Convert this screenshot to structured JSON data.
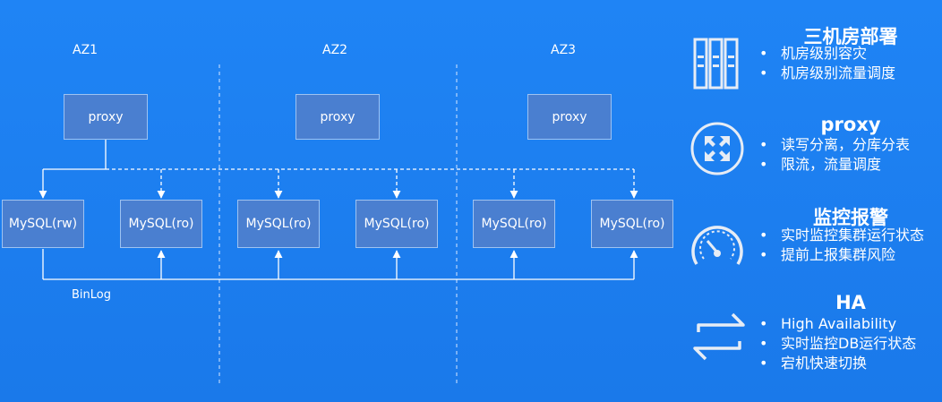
{
  "diagram": {
    "zones": [
      {
        "label": "AZ1"
      },
      {
        "label": "AZ2"
      },
      {
        "label": "AZ3"
      }
    ],
    "proxies": [
      {
        "label": "proxy"
      },
      {
        "label": "proxy"
      },
      {
        "label": "proxy"
      }
    ],
    "mysql": [
      {
        "label": "MySQL(rw)"
      },
      {
        "label": "MySQL(ro)"
      },
      {
        "label": "MySQL(ro)"
      },
      {
        "label": "MySQL(ro)"
      },
      {
        "label": "MySQL(ro)"
      },
      {
        "label": "MySQL(ro)"
      }
    ],
    "binlog_label": "BinLog"
  },
  "features": [
    {
      "icon": "server-rack-icon",
      "title": "三机房部署",
      "items": [
        "机房级别容灾",
        "机房级别流量调度"
      ]
    },
    {
      "icon": "arrows-expand-icon",
      "title": "proxy",
      "items": [
        "读写分离，分库分表",
        "限流，流量调度"
      ]
    },
    {
      "icon": "gauge-icon",
      "title": "监控报警",
      "items": [
        "实时监控集群运行状态",
        "提前上报集群风险"
      ]
    },
    {
      "icon": "switch-arrows-icon",
      "title": "HA",
      "items": [
        "High Availability",
        "实时监控DB运行状态",
        "宕机快速切换"
      ]
    }
  ]
}
